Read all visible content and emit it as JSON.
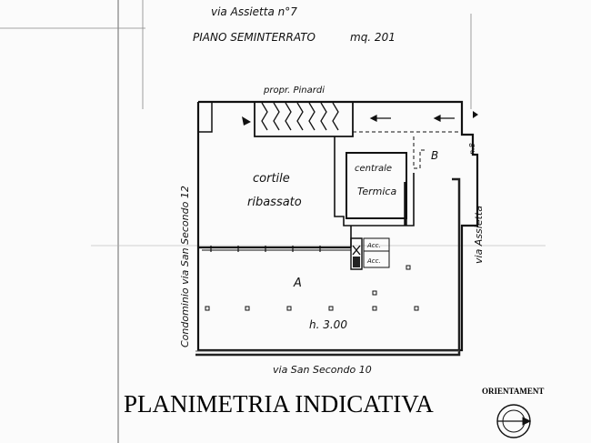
{
  "header": {
    "address": "via Assietta n°7",
    "floor": "PIANO SEMINTERRATO",
    "area": "mq. 201"
  },
  "labels": {
    "neighbor_top": "propr. Pinardi",
    "courtyard_line1": "cortile",
    "courtyard_line2": "ribassato",
    "central_line1": "centrale",
    "central_line2": "Termica",
    "room_b": "B",
    "room_a": "A",
    "height": "h. 3.00",
    "acc1": "Acc.",
    "acc2": "Acc.",
    "left_street": "Condominio via San Secondo 12",
    "right_street": "via Assietta",
    "right_small": "n.8",
    "bottom_street": "via San Secondo 10"
  },
  "footer": {
    "title": "PLANIMETRIA INDICATIVA",
    "orientation": "ORIENTAMENT"
  }
}
